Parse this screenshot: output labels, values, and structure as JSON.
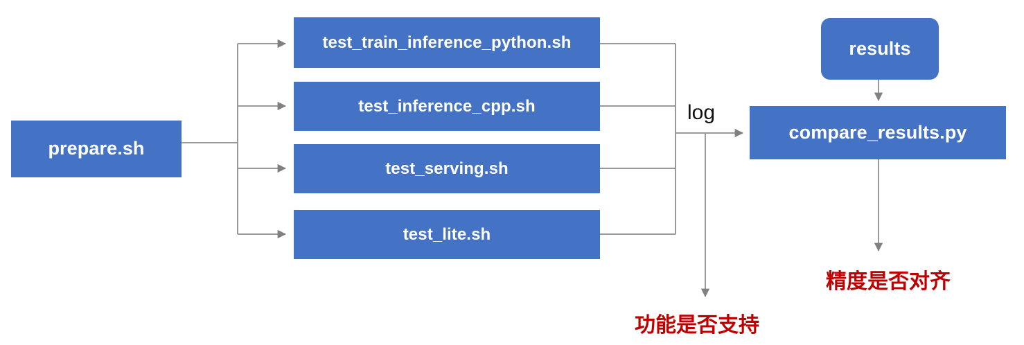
{
  "diagram": {
    "type": "flowchart",
    "title": "test pipeline flowchart",
    "colors": {
      "box_fill": "#4472C4",
      "box_text": "#FFFFFF",
      "connector": "#9A9A9A",
      "note_text": "#C00000",
      "label_text": "#111111",
      "background": "#FFFFFF"
    }
  },
  "nodes": {
    "prepare": {
      "label": "prepare.sh"
    },
    "tests": [
      {
        "label": "test_train_inference_python.sh"
      },
      {
        "label": "test_inference_cpp.sh"
      },
      {
        "label": "test_serving.sh"
      },
      {
        "label": "test_lite.sh"
      }
    ],
    "results": {
      "label": "results"
    },
    "compare": {
      "label": "compare_results.py"
    }
  },
  "edge_labels": {
    "log": "log"
  },
  "notes": {
    "function_supported": "功能是否支持",
    "precision_aligned": "精度是否对齐"
  }
}
